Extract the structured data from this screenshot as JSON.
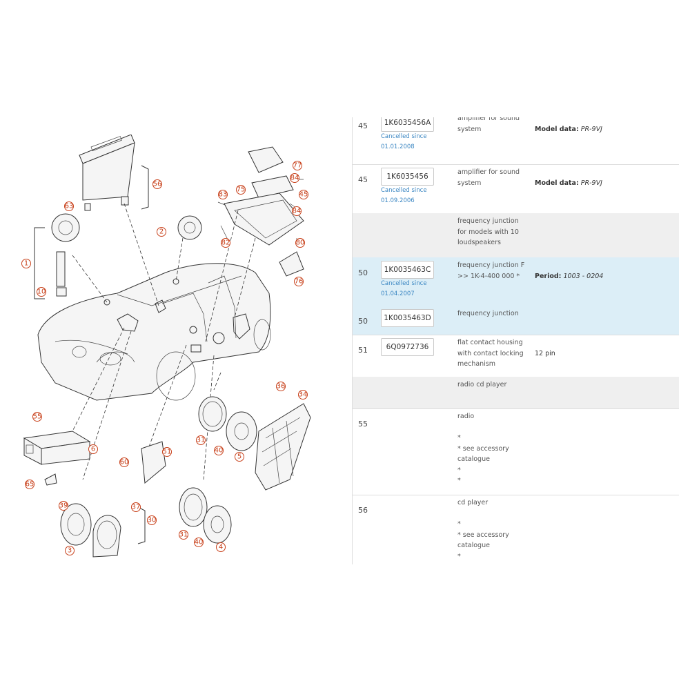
{
  "callouts": [
    "77",
    "56",
    "63",
    "84",
    "45",
    "83",
    "75",
    "2",
    "84",
    "82",
    "80",
    "1",
    "10",
    "76",
    "55",
    "6",
    "36",
    "34",
    "51",
    "60",
    "31",
    "40",
    "5",
    "65",
    "39",
    "37",
    "30",
    "3",
    "31",
    "40",
    "4"
  ],
  "parts_list": {
    "rows": [
      {
        "pos": "45",
        "part_number": "1K6035456A",
        "cancelled": "Cancelled since 01.01.2008",
        "description": "amplifier for sound system",
        "extra_label": "Model data:",
        "extra_value": "PR-9VJ"
      },
      {
        "pos": "45",
        "part_number": "1K6035456",
        "cancelled": "Cancelled since 01.09.2006",
        "description": "amplifier for sound system",
        "extra_label": "Model data:",
        "extra_value": "PR-9VJ"
      },
      {
        "pos": "",
        "part_number": "",
        "cancelled": "",
        "description": "frequency junction for models with 10 loudspeakers",
        "extra_label": "",
        "extra_value": ""
      },
      {
        "pos": "50",
        "part_number": "1K0035463C",
        "cancelled": "Cancelled since 01.04.2007",
        "description": "frequency junction F >> 1K-4-400 000 *",
        "extra_label": "Period:",
        "extra_value": "1003 - 0204"
      },
      {
        "pos": "50",
        "part_number": "1K0035463D",
        "cancelled": "",
        "description": "frequency junction",
        "extra_label": "",
        "extra_value": ""
      },
      {
        "pos": "51",
        "part_number": "6Q0972736",
        "cancelled": "",
        "description": "flat contact housing with contact locking mechanism",
        "extra_label": "",
        "extra_value": "12 pin"
      },
      {
        "pos": "",
        "part_number": "",
        "cancelled": "",
        "description": "radio cd player",
        "extra_label": "",
        "extra_value": ""
      },
      {
        "pos": "55",
        "part_number": "",
        "cancelled": "",
        "description": "radio\n\n*\n* see accessory catalogue\n*\n*",
        "extra_label": "",
        "extra_value": ""
      },
      {
        "pos": "56",
        "part_number": "",
        "cancelled": "",
        "description": "cd player\n\n*\n* see accessory catalogue\n*",
        "extra_label": "",
        "extra_value": ""
      }
    ]
  }
}
